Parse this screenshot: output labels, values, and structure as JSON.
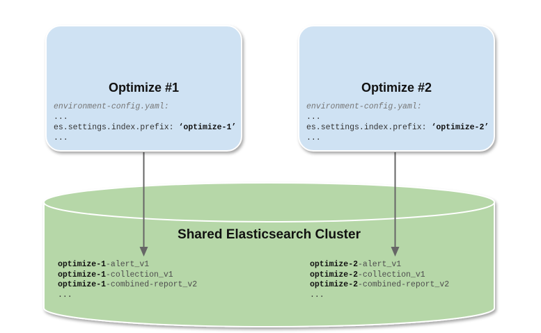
{
  "colors": {
    "node_fill": "#cfe2f3",
    "cluster_fill": "#b6d7a8",
    "arrow": "#666666"
  },
  "nodes": [
    {
      "title": "Optimize #1",
      "config_file": "environment-config.yaml:",
      "ellipsis_1": "...",
      "config_key": "es.settings.index.prefix: ",
      "config_value": "‘optimize-1’",
      "ellipsis_2": "..."
    },
    {
      "title": "Optimize #2",
      "config_file": "environment-config.yaml:",
      "ellipsis_1": "...",
      "config_key": "es.settings.index.prefix: ",
      "config_value": "‘optimize-2’",
      "ellipsis_2": "..."
    }
  ],
  "cluster": {
    "title": "Shared Elasticsearch Cluster",
    "index_groups": [
      {
        "indices": [
          {
            "prefix": "optimize-1",
            "suffix": "-alert_v1"
          },
          {
            "prefix": "optimize-1",
            "suffix": "-collection_v1"
          },
          {
            "prefix": "optimize-1",
            "suffix": "-combined-report_v2"
          }
        ],
        "ellipsis": "..."
      },
      {
        "indices": [
          {
            "prefix": "optimize-2",
            "suffix": "-alert_v1"
          },
          {
            "prefix": "optimize-2",
            "suffix": "-collection_v1"
          },
          {
            "prefix": "optimize-2",
            "suffix": "-combined-report_v2"
          }
        ],
        "ellipsis": "..."
      }
    ]
  }
}
